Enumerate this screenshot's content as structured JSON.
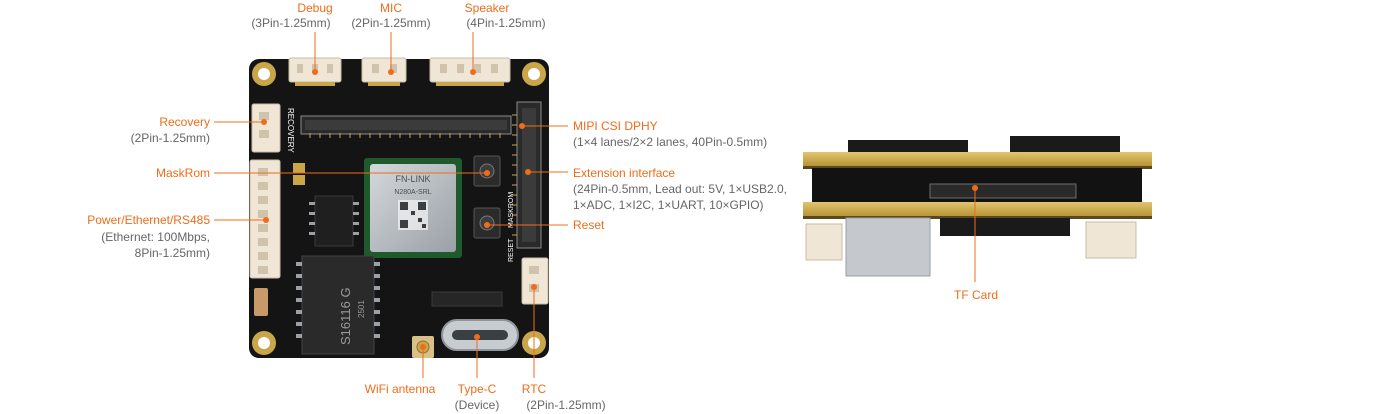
{
  "callouts": {
    "debug": {
      "label": "Debug",
      "spec": "(3Pin-1.25mm)"
    },
    "mic": {
      "label": "MIC",
      "spec": "(2Pin-1.25mm)"
    },
    "speaker": {
      "label": "Speaker",
      "spec": "(4Pin-1.25mm)"
    },
    "recovery": {
      "label": "Recovery",
      "spec": "(2Pin-1.25mm)"
    },
    "maskrom": {
      "label": "MaskRom"
    },
    "power": {
      "label": "Power/Ethernet/RS485",
      "spec_line1": "(Ethernet: 100Mbps,",
      "spec_line2": "8Pin-1.25mm)"
    },
    "mipi": {
      "label": "MIPI CSI DPHY",
      "spec": "(1×4 lanes/2×2 lanes, 40Pin-0.5mm)"
    },
    "extension": {
      "label": "Extension interface",
      "spec_line1": "(24Pin-0.5mm, Lead out: 5V, 1×USB2.0,",
      "spec_line2": "1×ADC, 1×I2C, 1×UART, 10×GPIO)"
    },
    "reset": {
      "label": "Reset"
    },
    "wifi": {
      "label": "WiFi antenna"
    },
    "typec": {
      "label": "Type-C",
      "spec": "(Device)"
    },
    "rtc": {
      "label": "RTC",
      "spec": "(2Pin-1.25mm)"
    },
    "tfcard": {
      "label": "TF Card"
    }
  },
  "board_print": {
    "module_brand": "FN-LINK",
    "module_model": "N280A-SRL",
    "chip_marking": "S16116 G",
    "chip_code": "2501",
    "recovery_silk": "RECOVERY",
    "reset_silk": "RESET",
    "maskrom_silk": "MASKROM"
  },
  "colors": {
    "accent": "#ef6c1a",
    "sub_text": "#666666",
    "pcb": "#141414",
    "pcb_edge": "#c9a64a",
    "connector": "#efe6d6",
    "shield": "#b9bec3"
  }
}
